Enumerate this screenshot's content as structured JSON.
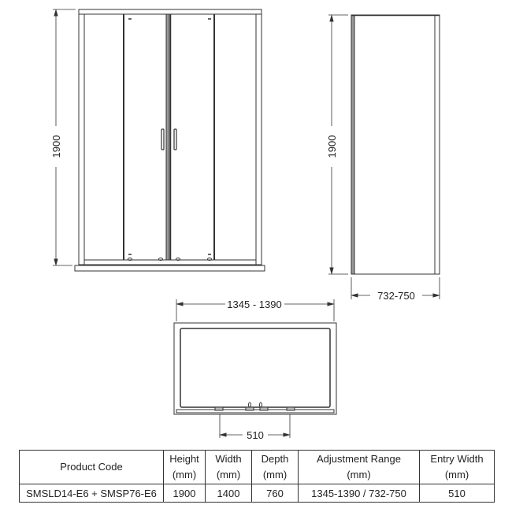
{
  "front_view": {
    "height_label": "1900"
  },
  "side_view": {
    "height_label": "1900",
    "depth_label": "732-750"
  },
  "top_view": {
    "width_label": "1345 - 1390",
    "entry_label": "510"
  },
  "spec_table": {
    "headers": [
      {
        "line1": "Product Code",
        "line2": ""
      },
      {
        "line1": "Height",
        "line2": "(mm)"
      },
      {
        "line1": "Width",
        "line2": "(mm)"
      },
      {
        "line1": "Depth",
        "line2": "(mm)"
      },
      {
        "line1": "Adjustment Range",
        "line2": "(mm)"
      },
      {
        "line1": "Entry Width",
        "line2": "(mm)"
      }
    ],
    "rows": [
      [
        "SMSLD14-E6 + SMSP76-E6",
        "1900",
        "1400",
        "760",
        "1345-1390 / 732-750",
        "510"
      ]
    ]
  },
  "colors": {
    "line": "#333333",
    "frame_fill": "#888888",
    "background": "#ffffff"
  }
}
